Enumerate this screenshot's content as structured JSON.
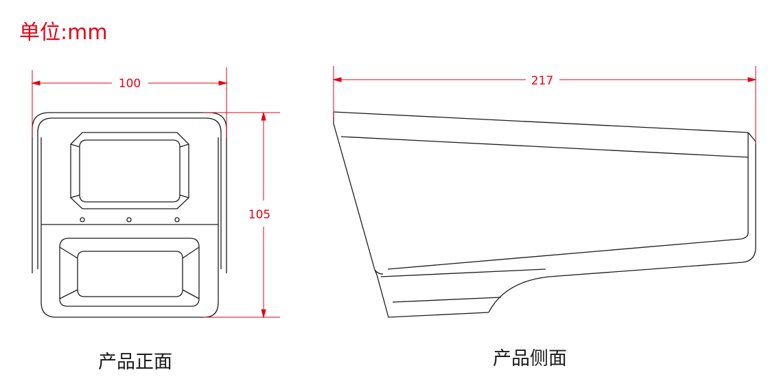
{
  "unit_label": "单位:mm",
  "captions": {
    "front": "产品正面",
    "side": "产品侧面"
  },
  "dimensions": {
    "front_width": "100",
    "front_height": "105",
    "side_length": "217"
  },
  "colors": {
    "dimension": "#e60012",
    "outline": "#1a1a1a"
  }
}
